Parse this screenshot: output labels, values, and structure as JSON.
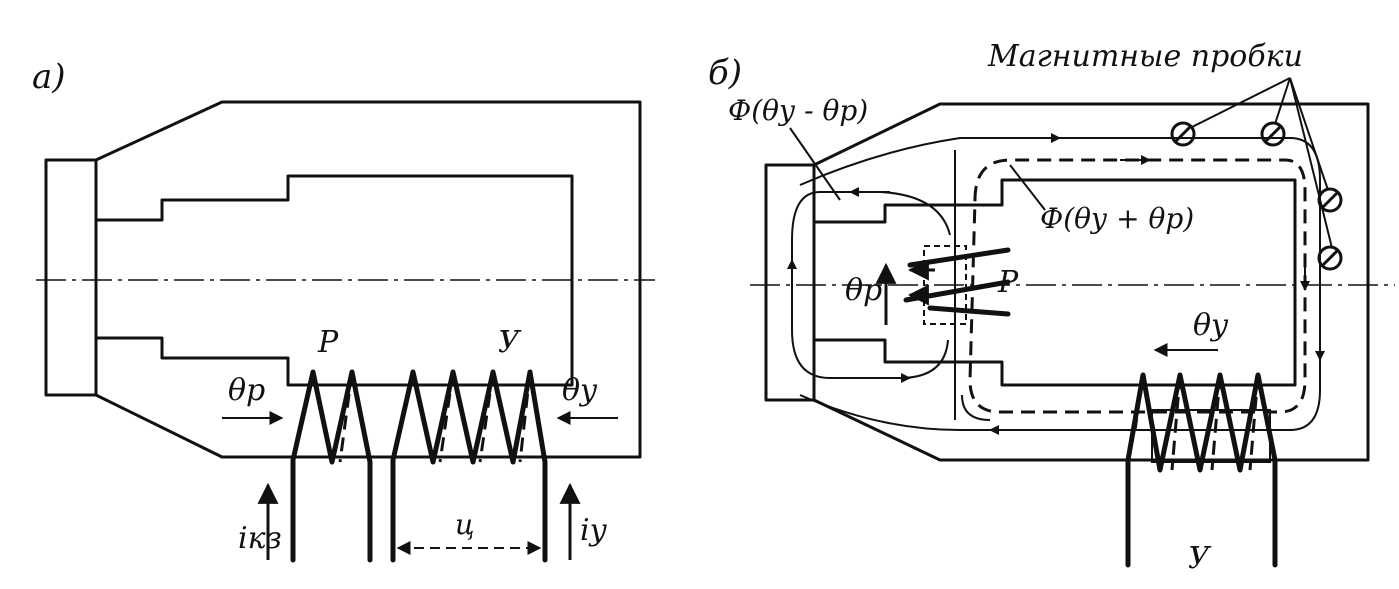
{
  "panel_a": {
    "label": "а)",
    "theta_p": "θp",
    "theta_y": "θy",
    "winding_p": "P",
    "winding_y": "У",
    "current_kz": "iкз",
    "current_y": "iу",
    "dimension": "ц"
  },
  "panel_b": {
    "label": "б)",
    "title": "Магнитные пробки",
    "flux_minus": "Ф(θу - θр)",
    "flux_plus": "Ф(θу + θр)",
    "theta_p": "θр",
    "theta_y": "θу",
    "winding_p": "Р",
    "winding_y": "У"
  }
}
